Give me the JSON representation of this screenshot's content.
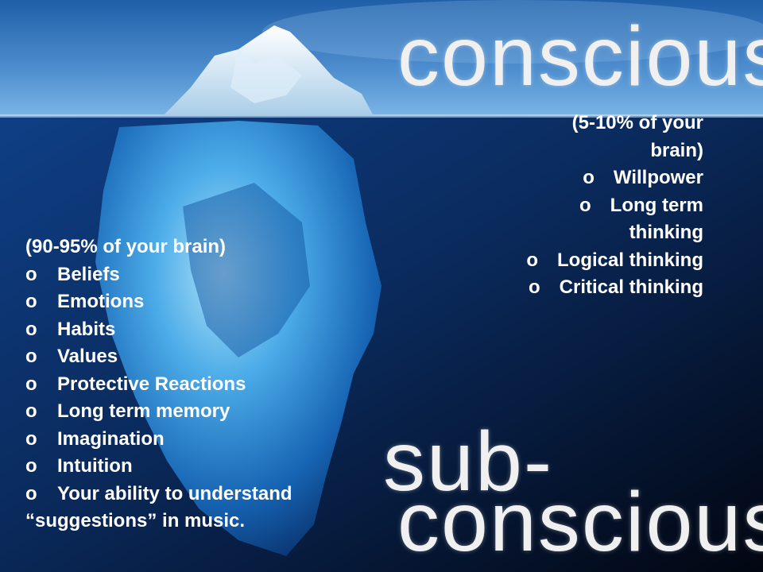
{
  "slide": {
    "word_top": "conscious",
    "word_bottom_1": "sub-",
    "word_bottom_2": "conscious"
  },
  "conscious": {
    "heading_line1": "(5-10% of your",
    "heading_line2": "brain)",
    "bullet": "o",
    "items": [
      "Willpower",
      "Long term",
      "thinking",
      "Logical thinking",
      "Critical thinking"
    ]
  },
  "subconscious": {
    "heading": "(90-95% of your brain)",
    "bullet": "o",
    "items": [
      "Beliefs",
      "Emotions",
      "Habits",
      "Values",
      "Protective Reactions",
      "Long term memory",
      "Imagination",
      "Intuition",
      "Your ability to understand"
    ],
    "last_line": "“suggestions” in music."
  },
  "colors": {
    "sky": "#5f9fd6",
    "water": "#0b2550",
    "deep": "#040a18",
    "ice": "#8fd4ff",
    "text": "#ffffff"
  }
}
